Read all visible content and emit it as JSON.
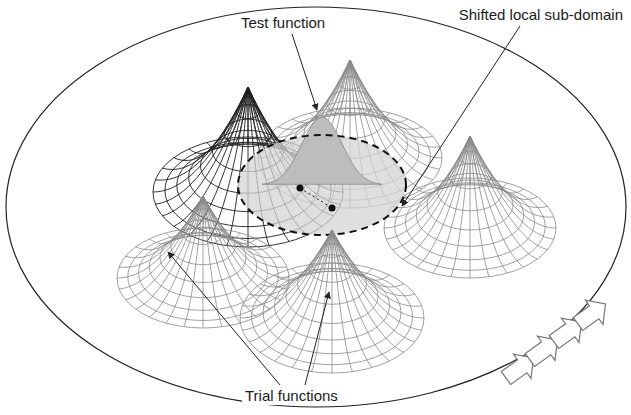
{
  "diagram": {
    "labels": [
      "Test function",
      "Shifted local sub-domain",
      "Trial functions"
    ]
  }
}
